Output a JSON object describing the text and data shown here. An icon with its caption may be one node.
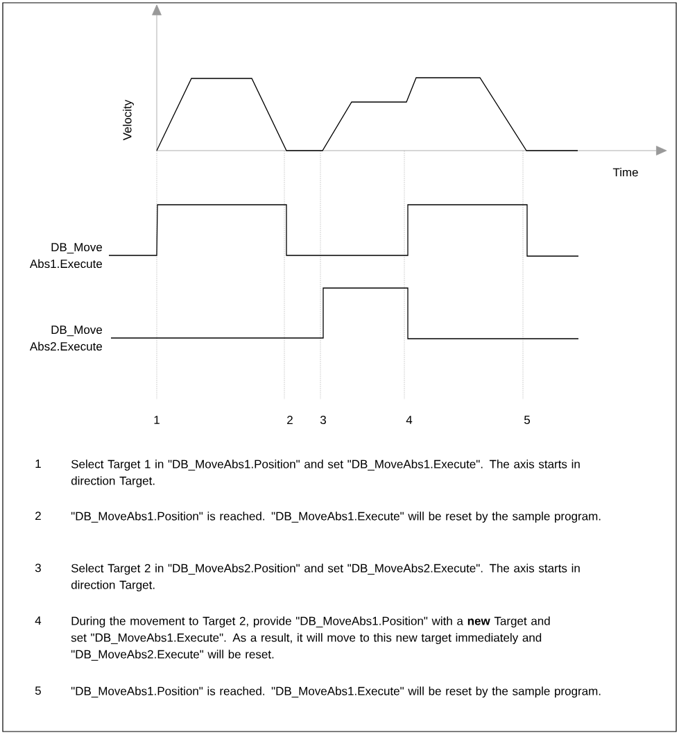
{
  "diagram": {
    "labels": [
      "Velocity",
      "Time",
      "DB_Move Abs1.Execute",
      "DB_Move Abs2.Execute",
      "1",
      "2",
      "3",
      "4",
      "5",
      "1",
      "Select Target 1 in \"DB_MoveAbs1.Position\" and set \"DB_MoveAbs1.Execute\". The axis starts in direction Target.",
      "2",
      "\"DB_MoveAbs1.Position\" is reached. \"DB_MoveAbs1.Execute\" will be reset by the sample program.",
      "3",
      "Select Target 2 in \"DB_MoveAbs2.Position\" and set \"DB_MoveAbs2.Execute\". The axis starts in direction Target.",
      "4",
      "During the movement to Target 2, provide \"DB_MoveAbs1.Position\" with a **new** Target and set \"DB_MoveAbs1.Execute\". As a result, it will move to this new target immediately and \"DB_MoveAbs2.Execute\" will be reset.",
      "5",
      "\"DB_MoveAbs1.Position\" is reached. \"DB_MoveAbs1.Execute\" will be reset by the sample program."
    ]
  }
}
